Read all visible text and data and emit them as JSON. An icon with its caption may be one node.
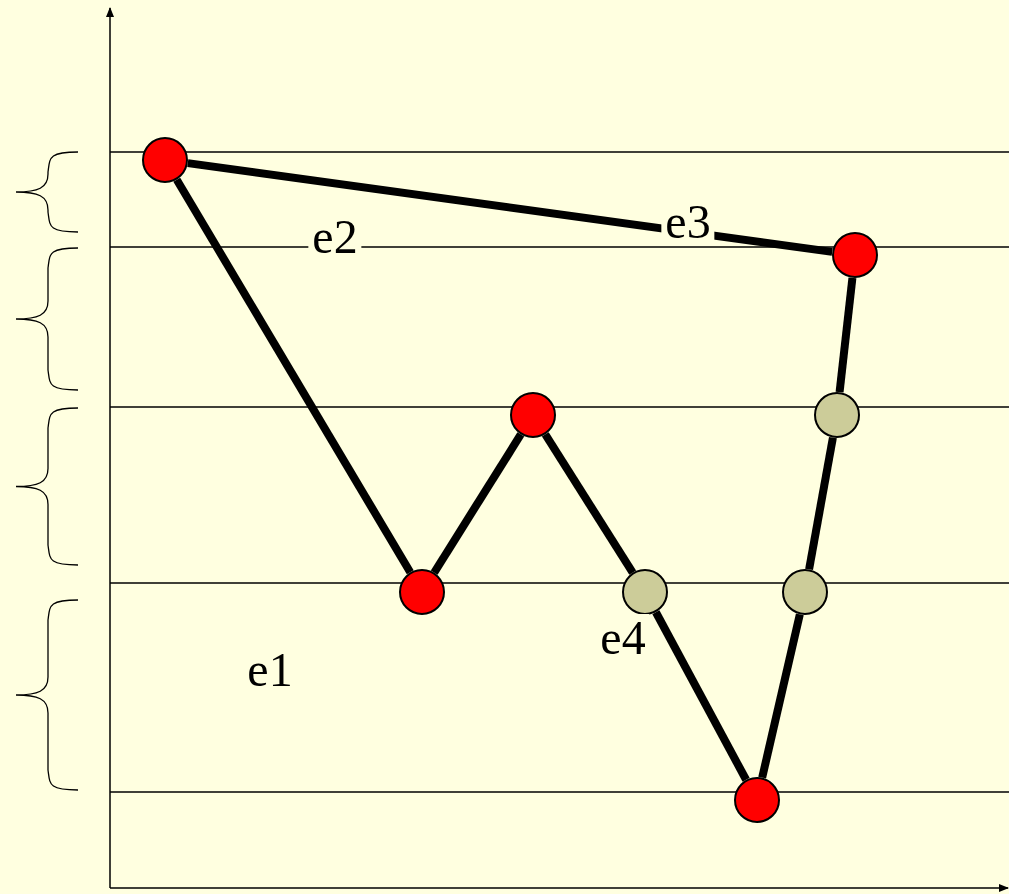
{
  "diagram": {
    "nodes": [
      {
        "text": [],
        "shape": "circle"
      },
      {
        "text": [],
        "shape": "circle"
      },
      {
        "text": [],
        "shape": "circle"
      },
      {
        "text": [],
        "shape": "circle"
      },
      {
        "text": [],
        "shape": "circle"
      },
      {
        "text": [],
        "shape": "circle"
      },
      {
        "text": [],
        "shape": "circle"
      },
      {
        "text": [],
        "shape": "circle"
      }
    ],
    "edges": [
      {
        "from": 0,
        "to": 1,
        "arrow": "none"
      },
      {
        "from": 0,
        "to": 4,
        "arrow": "none"
      },
      {
        "from": 4,
        "to": 2,
        "arrow": "none"
      },
      {
        "from": 2,
        "to": 5,
        "arrow": "none"
      },
      {
        "from": 5,
        "to": 7,
        "arrow": "none"
      },
      {
        "from": 7,
        "to": 6,
        "arrow": "none"
      },
      {
        "from": 6,
        "to": 3,
        "arrow": "none"
      },
      {
        "from": 3,
        "to": 1,
        "arrow": "none"
      }
    ],
    "labels": [
      "e2",
      "e3",
      "e1",
      "e4"
    ]
  }
}
